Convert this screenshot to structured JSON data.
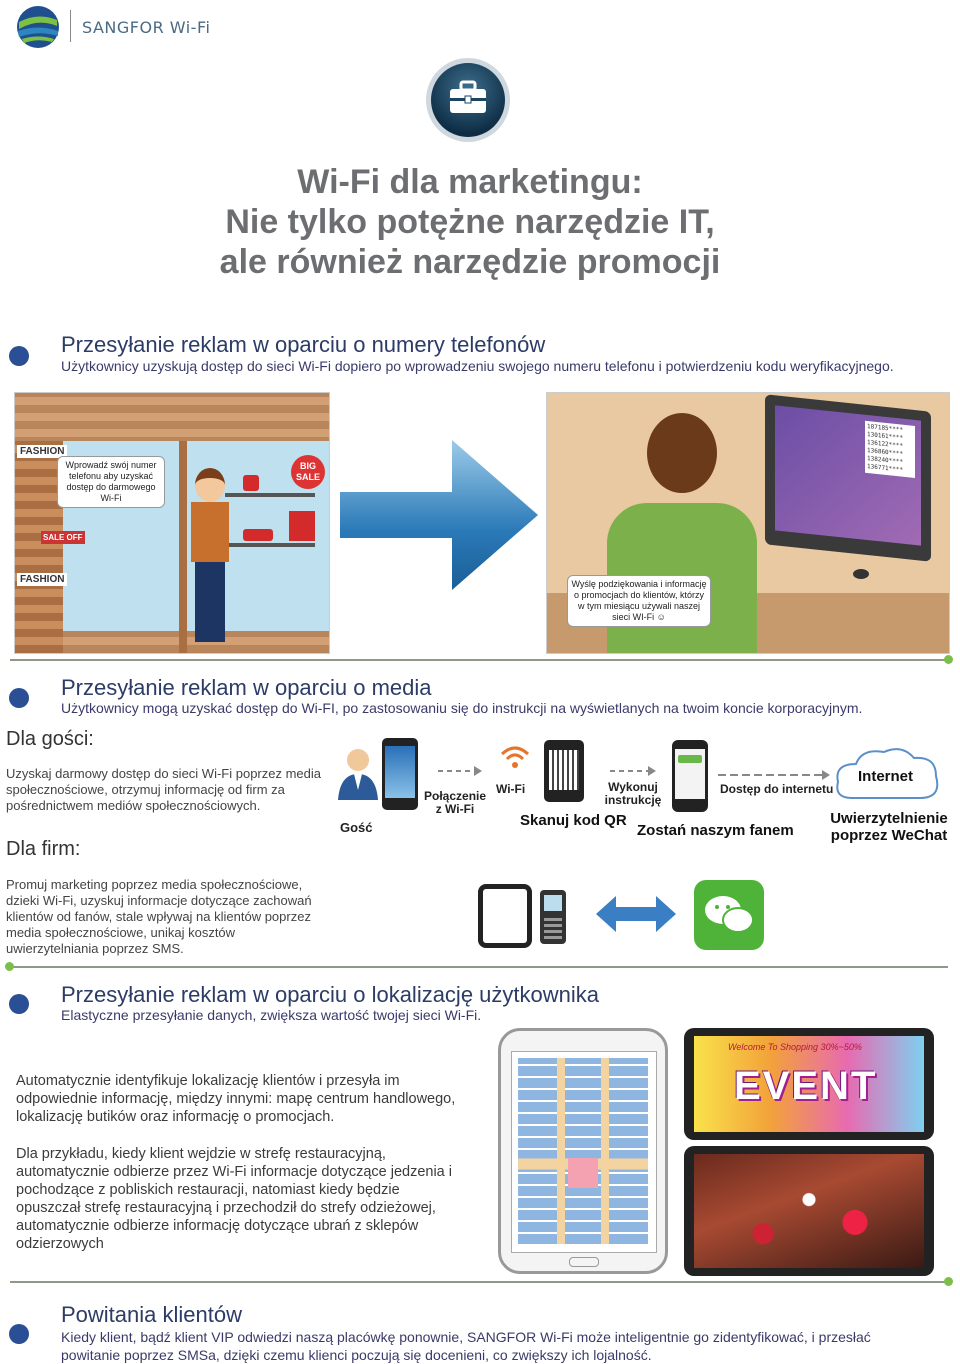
{
  "brand": {
    "name": "SANGFOR Wi-Fi"
  },
  "headline": {
    "line1": "Wi-Fi dla marketingu:",
    "line2": "Nie tylko potężne narzędzie IT,",
    "line3": "ale również narzędzie promocji"
  },
  "section1": {
    "title": "Przesyłanie reklam w oparciu o numery telefonów",
    "desc": "Użytkownicy uzyskują dostęp do sieci Wi-Fi dopiero po wprowadzeniu swojego numeru telefonu i potwierdzeniu kodu weryfikacyjnego.",
    "shop_bubble": "Wprowadź swój numer telefonu aby uzyskać dostęp do darmowego Wi-Fi",
    "office_bubble": "Wyślę podziękowania i informację o promocjach do klientów, którzy w tym miesiącu używali naszej sieci WI-Fi ☺",
    "sign_big_sale": "BIG SALE",
    "sign_fashion": "FASHION",
    "sign_fashion2": "FASHION",
    "sign_sale_off": "SALE OFF",
    "screen_lines": [
      "187185****",
      "130161****",
      "136122****",
      "136860****",
      "138240****",
      "136771****"
    ]
  },
  "section2": {
    "title": "Przesyłanie reklam w oparciu o media",
    "desc": "Użytkownicy mogą uzyskać dostęp do Wi-FI, po zastosowaniu się do instrukcji na wyświetlanych na twoim koncie korporacyjnym.",
    "guests_heading": "Dla gości:",
    "guests_text": "Uzyskaj darmowy dostęp do sieci Wi-Fi poprzez media społecznościowe, otrzymuj informację od firm za pośrednictwem mediów społecznościowych.",
    "business_heading": "Dla firm:",
    "business_text": "Promuj marketing poprzez media społecznościowe, dzieki Wi-Fi, uzyskuj informacje dotyczące zachowań klientów od fanów, stale wpływaj na klientów poprzez media społecznościowe, unikaj kosztów uwierzytelniania poprzez SMS.",
    "flow": {
      "guest": "Gość",
      "connect": "Połączenie z Wi-Fi",
      "wifi": "Wi-Fi",
      "scan": "Skanuj kod QR",
      "follow": "Wykonuj instrukcję",
      "fan": "Zostań naszym fanem",
      "access": "Dostęp do internetu",
      "internet": "Internet",
      "auth": "Uwierzytelnienie poprzez WeChat"
    }
  },
  "section3": {
    "title": "Przesyłanie reklam w oparciu o lokalizację użytkownika",
    "desc": "Elastyczne przesyłanie danych, zwiększa wartość twojej sieci Wi-Fi.",
    "p1": "Automatycznie identyfikuje lokalizację klientów i przesyła im odpowiednie informację, między innymi: mapę centrum handlowego, lokalizację butików oraz informację o promocjach.",
    "p2": "Dla przykładu, kiedy klient wejdzie w strefę restauracyjną, automatycznie odbierze przez Wi-Fi informacje dotyczące jedzenia i pochodzące z pobliskich restauracji, natomiast kiedy będzie opuszczał strefę restauracyjną i przechodził do strefy odzieżowej, automatycznie odbierze informację dotyczące ubrań z sklepów odzierzowych",
    "event_banner_top": "Welcome To Shopping 30%~50%",
    "event_banner": "EVENT"
  },
  "section4": {
    "title": "Powitania klientów",
    "desc": "Kiedy klient, bądź klient VIP odwiedzi naszą placówkę ponownie, SANGFOR Wi-Fi może inteligentnie go zidentyfikować, i przesłać powitanie poprzez SMSa, dzięki czemu klienci poczują się docenieni, co zwiększy ich lojalność."
  },
  "colors": {
    "accent": "#2a4f95",
    "title_gray": "#6d6e71",
    "divider_dot": "#7bbf4a"
  }
}
